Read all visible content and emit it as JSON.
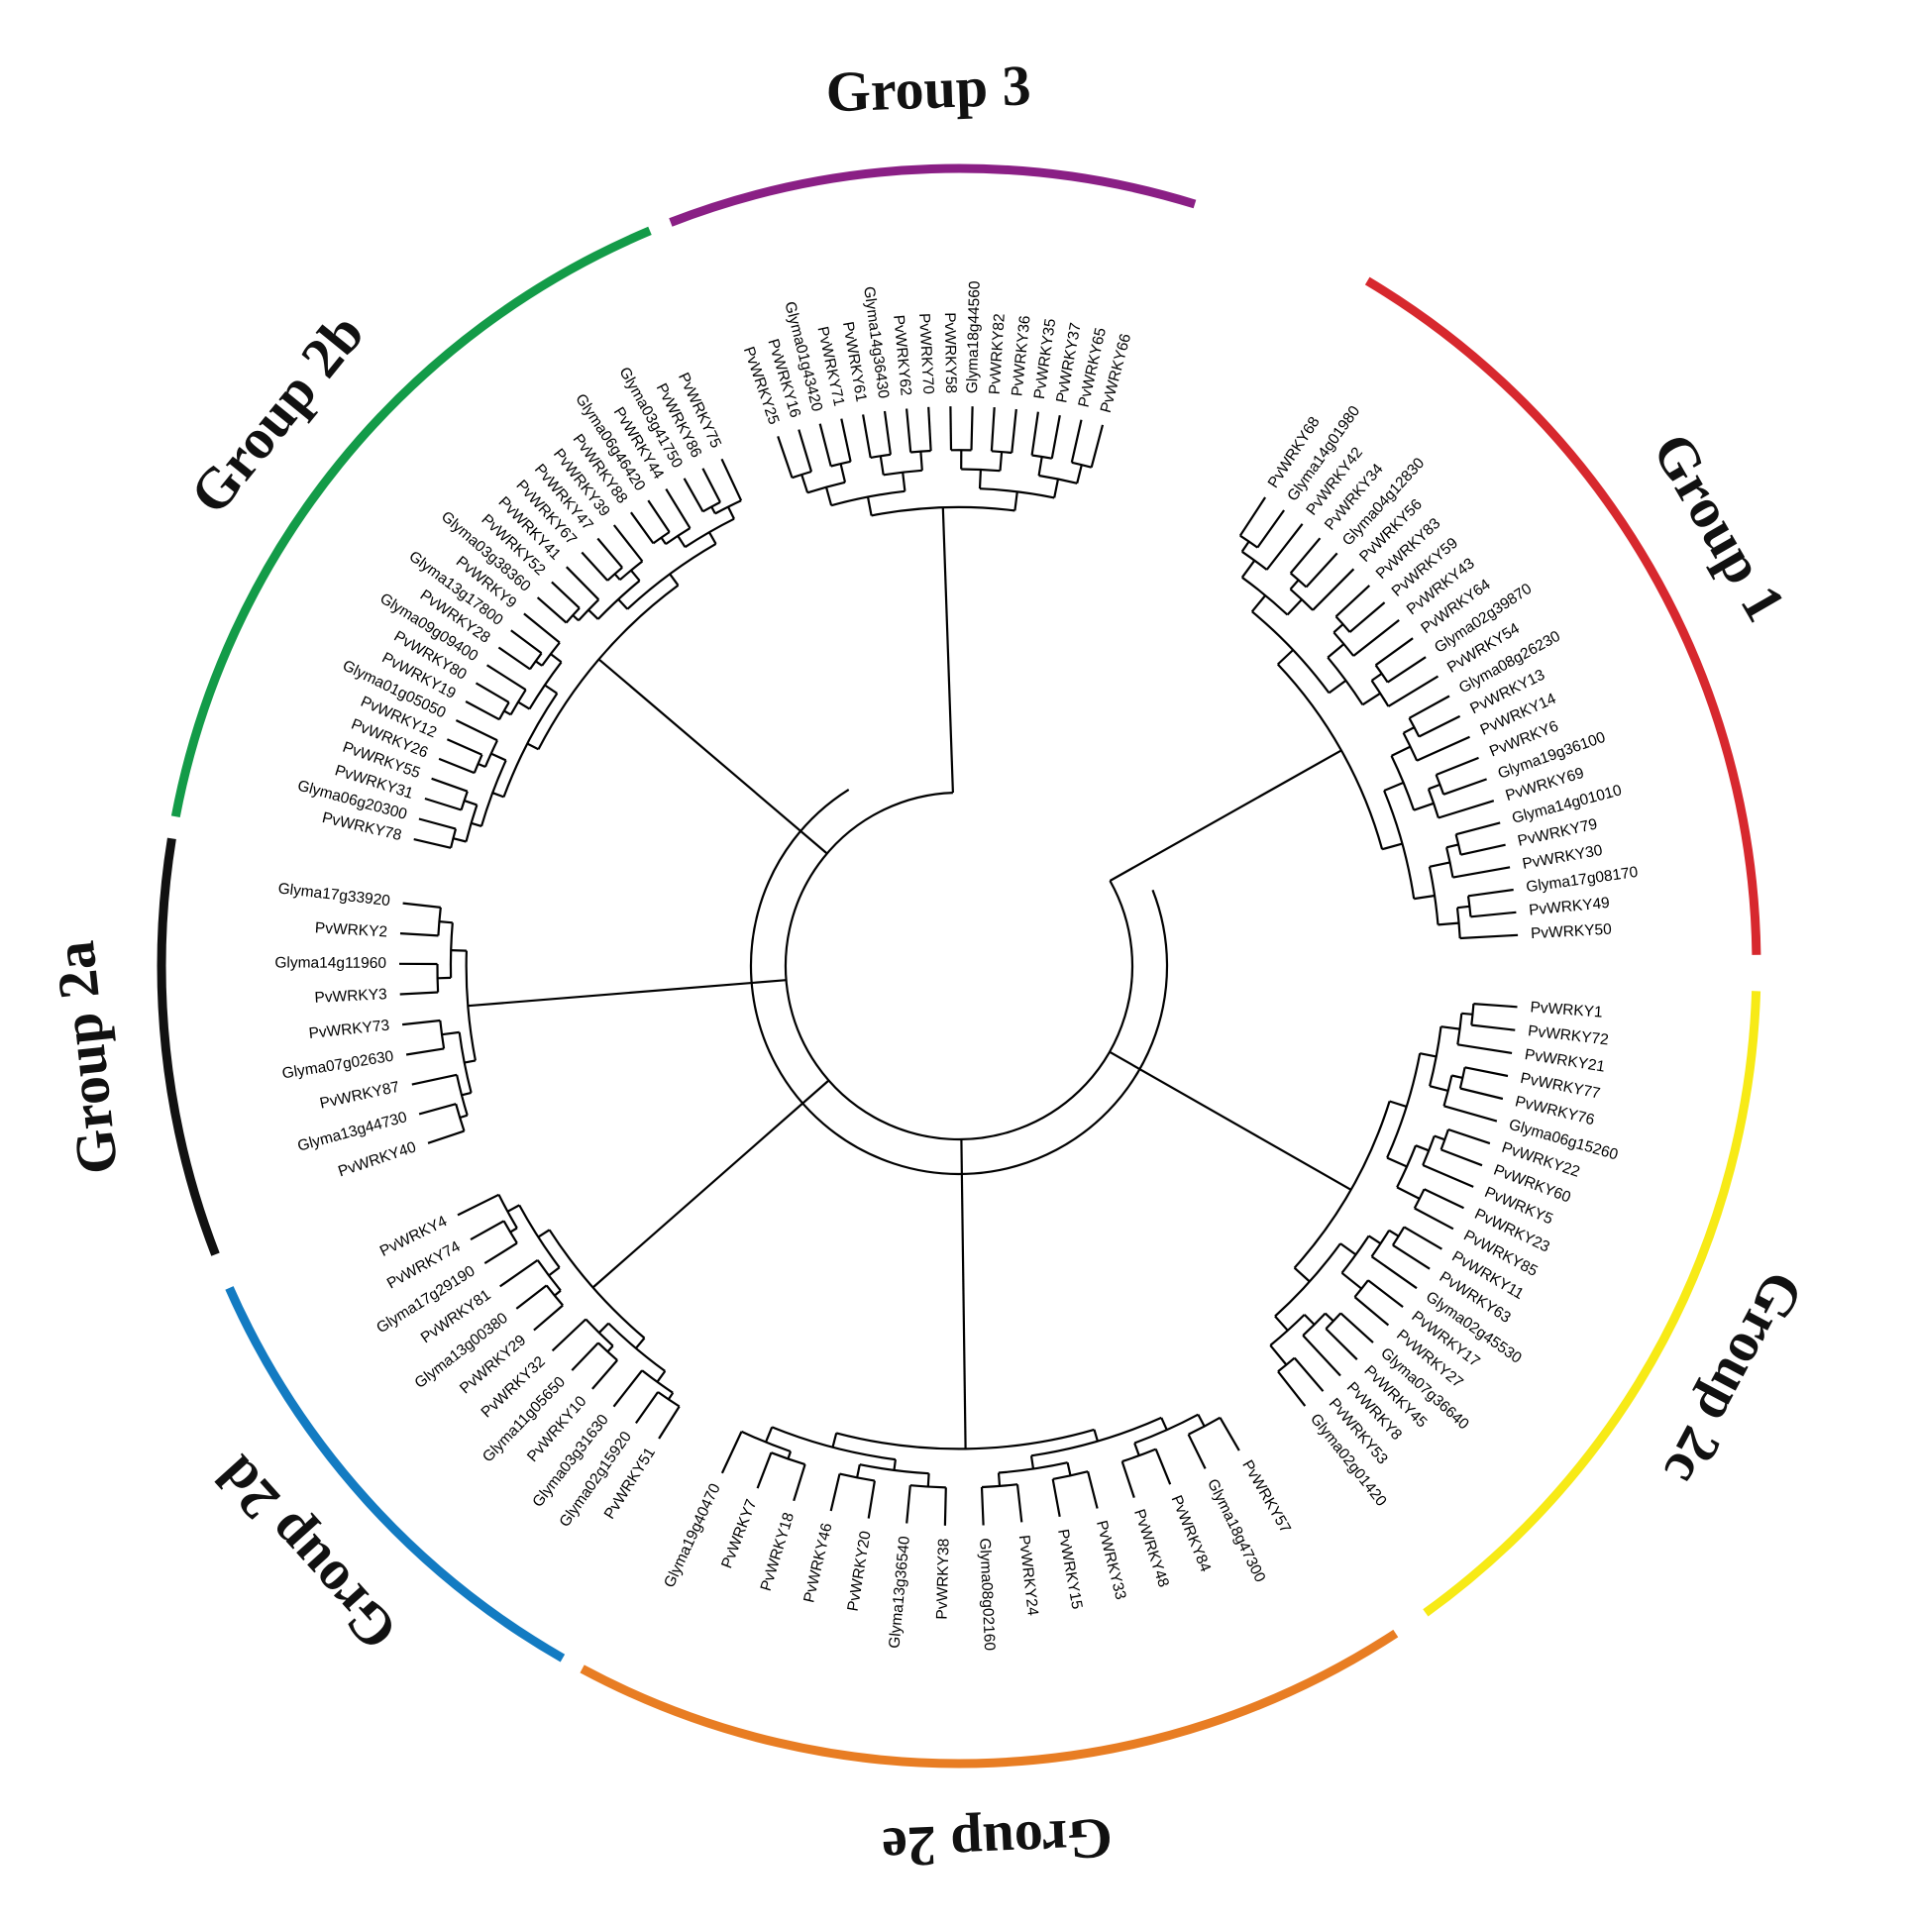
{
  "title": "",
  "colors": {
    "group_1": "#d7282e",
    "group_2c": "#f7ea16",
    "group_2e": "#e87d23",
    "group_2d": "#137bc2",
    "group_2a": "#111111",
    "group_2b": "#139b48",
    "group_3": "#8a1f85"
  },
  "groups": [
    {
      "key": "group_1",
      "label": "Group 1",
      "leaves": [
        "PvWRKY68",
        "Glyma14g01980",
        "PvWRKY42",
        "PvWRKY34",
        "Glyma04g12830",
        "PvWRKY56",
        "PvWRKY83",
        "PvWRKY59",
        "PvWRKY43",
        "PvWRKY64",
        "Glyma02g39870",
        "PvWRKY54",
        "Glyma08g26230",
        "PvWRKY13",
        "PvWRKY14",
        "PvWRKY6",
        "Glyma19g36100",
        "PvWRKY69",
        "Glyma14g01010",
        "PvWRKY79",
        "PvWRKY30",
        "Glyma17g08170",
        "PvWRKY49",
        "PvWRKY50"
      ]
    },
    {
      "key": "group_2c",
      "label": "Group 2c",
      "leaves": [
        "PvWRKY1",
        "PvWRKY72",
        "PvWRKY21",
        "PvWRKY77",
        "PvWRKY76",
        "Glyma06g15260",
        "PvWRKY22",
        "PvWRKY60",
        "PvWRKY5",
        "PvWRKY23",
        "PvWRKY85",
        "PvWRKY11",
        "PvWRKY63",
        "Glyma02g45530",
        "PvWRKY17",
        "PvWRKY27",
        "Glyma07g36640",
        "PvWRKY45",
        "PvWRKY8",
        "PvWRKY53",
        "Glyma02g01420"
      ]
    },
    {
      "key": "group_2e",
      "label": "Group 2e",
      "leaves": [
        "PvWRKY57",
        "Glyma18g47300",
        "PvWRKY84",
        "PvWRKY48",
        "PvWRKY33",
        "PvWRKY15",
        "PvWRKY24",
        "Glyma08g02160",
        "PvWRKY38",
        "Glyma13g36540",
        "PvWRKY20",
        "PvWRKY46",
        "PvWRKY18",
        "PvWRKY7",
        "Glyma19g40470"
      ]
    },
    {
      "key": "group_2d",
      "label": "Group 2d",
      "leaves": [
        "PvWRKY51",
        "Glyma02g15920",
        "Glyma03g31630",
        "PvWRKY10",
        "Glyma11g05650",
        "PvWRKY32",
        "PvWRKY29",
        "Glyma13g00380",
        "PvWRKY81",
        "Glyma17g29190",
        "PvWRKY74",
        "PvWRKY4"
      ]
    },
    {
      "key": "group_2a",
      "label": "Group 2a",
      "leaves": [
        "PvWRKY40",
        "Glyma13g44730",
        "PvWRKY87",
        "Glyma07g02630",
        "PvWRKY73",
        "PvWRKY3",
        "Glyma14g11960",
        "PvWRKY2",
        "Glyma17g33920"
      ]
    },
    {
      "key": "group_2b",
      "label": "Group 2b",
      "leaves": [
        "PvWRKY78",
        "Glyma06g20300",
        "PvWRKY31",
        "PvWRKY55",
        "PvWRKY26",
        "PvWRKY12",
        "Glyma01g05050",
        "PvWRKY19",
        "PvWRKY80",
        "Glyma09g09400",
        "PvWRKY28",
        "Glyma13g17800",
        "PvWRKY9",
        "Glyma03g38360",
        "PvWRKY52",
        "PvWRKY41",
        "PvWRKY67",
        "PvWRKY47",
        "PvWRKY39",
        "PvWRKY88",
        "Glyma06g46420",
        "PvWRKY44",
        "Glyma03g41750",
        "PvWRKY86",
        "PvWRKY75"
      ]
    },
    {
      "key": "group_3",
      "label": "Group 3",
      "leaves": [
        "PvWRKY25",
        "PvWRKY16",
        "Glyma01g43420",
        "PvWRKY71",
        "PvWRKY61",
        "Glyma14g36430",
        "PvWRKY62",
        "PvWRKY70",
        "PvWRKY58",
        "Glyma18g44560",
        "PvWRKY82",
        "PvWRKY36",
        "PvWRKY35",
        "PvWRKY37",
        "PvWRKY65",
        "PvWRKY66"
      ]
    }
  ]
}
